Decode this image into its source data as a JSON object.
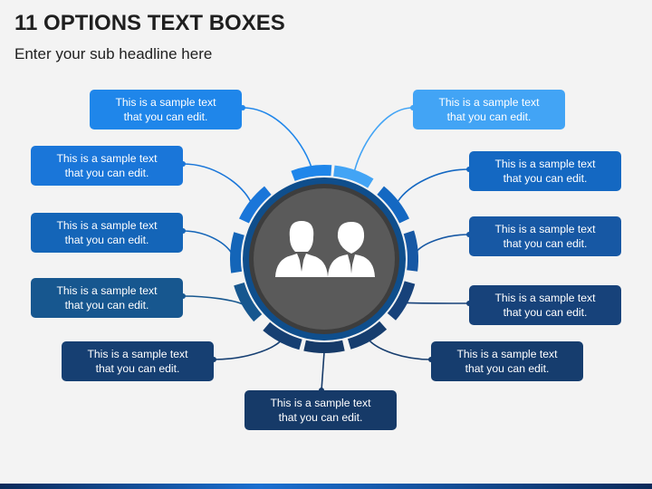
{
  "title": "11 OPTIONS TEXT BOXES",
  "subtitle": "Enter your sub headline here",
  "center_icon": "business-people-icon",
  "colors": {
    "background": "#f3f3f3",
    "ring_outer": "#0f4e8c",
    "ring_inner": "#3d3d3d",
    "hub_fill": "#5a5a5a",
    "icon_fill": "#ffffff"
  },
  "options": [
    {
      "text": "This is a sample text that you can edit.",
      "color": "#1f86ea"
    },
    {
      "text": "This is a sample text that you can edit.",
      "color": "#42a4f5"
    },
    {
      "text": "This is a sample text that you can edit.",
      "color": "#1a76d9"
    },
    {
      "text": "This is a sample text that you can edit.",
      "color": "#1468c2"
    },
    {
      "text": "This is a sample text that you can edit.",
      "color": "#1465b8"
    },
    {
      "text": "This is a sample text that you can edit.",
      "color": "#1758a4"
    },
    {
      "text": "This is a sample text that you can edit.",
      "color": "#17578f"
    },
    {
      "text": "This is a sample text that you can edit.",
      "color": "#17427a"
    },
    {
      "text": "This is a sample text that you can edit.",
      "color": "#163f72"
    },
    {
      "text": "This is a sample text that you can edit.",
      "color": "#163d6e"
    },
    {
      "text": "This is a sample text that you can edit.",
      "color": "#163a68"
    }
  ]
}
